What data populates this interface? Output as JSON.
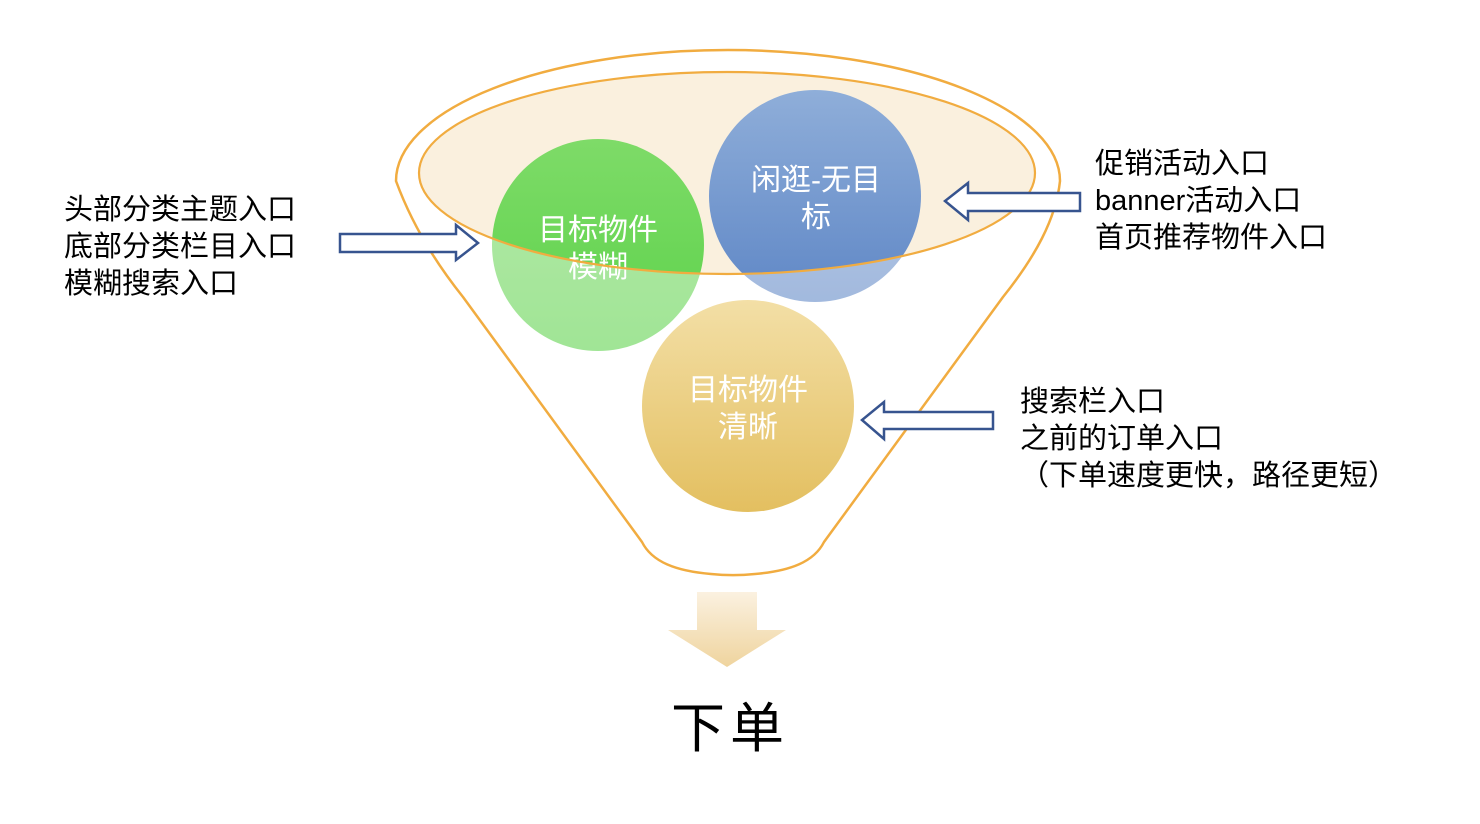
{
  "funnel": {
    "stroke_color": "#F1AC40",
    "bowl_fill": "#FAF0DE",
    "circles": [
      {
        "name": "fuzzy-target",
        "lines": [
          "目标物件",
          "模糊"
        ],
        "color_top": "#7EDB68",
        "color_bottom": "#5CD24A"
      },
      {
        "name": "no-target-browsing",
        "lines": [
          "闲逛-无目",
          "标"
        ],
        "color_top": "#8FAED9",
        "color_bottom": "#5F87C6"
      },
      {
        "name": "clear-target",
        "lines": [
          "目标物件",
          "清晰"
        ],
        "color_top": "#F3DFA6",
        "color_bottom": "#E3BF60"
      }
    ],
    "outcome": "下单"
  },
  "annotations": {
    "left": [
      "头部分类主题入口",
      "底部分类栏目入口",
      "模糊搜索入口"
    ],
    "right_top": [
      "促销活动入口",
      "banner活动入口",
      "首页推荐物件入口"
    ],
    "right_bottom": [
      "搜索栏入口",
      "之前的订单入口",
      "（下单速度更快，路径更短）"
    ]
  },
  "colors": {
    "annotation_arrow_stroke": "#37548F",
    "annotation_arrow_fill": "#FFFFFF",
    "down_arrow_top": "#FBF1E0",
    "down_arrow_bottom": "#EFD49E",
    "text": "#000000"
  }
}
